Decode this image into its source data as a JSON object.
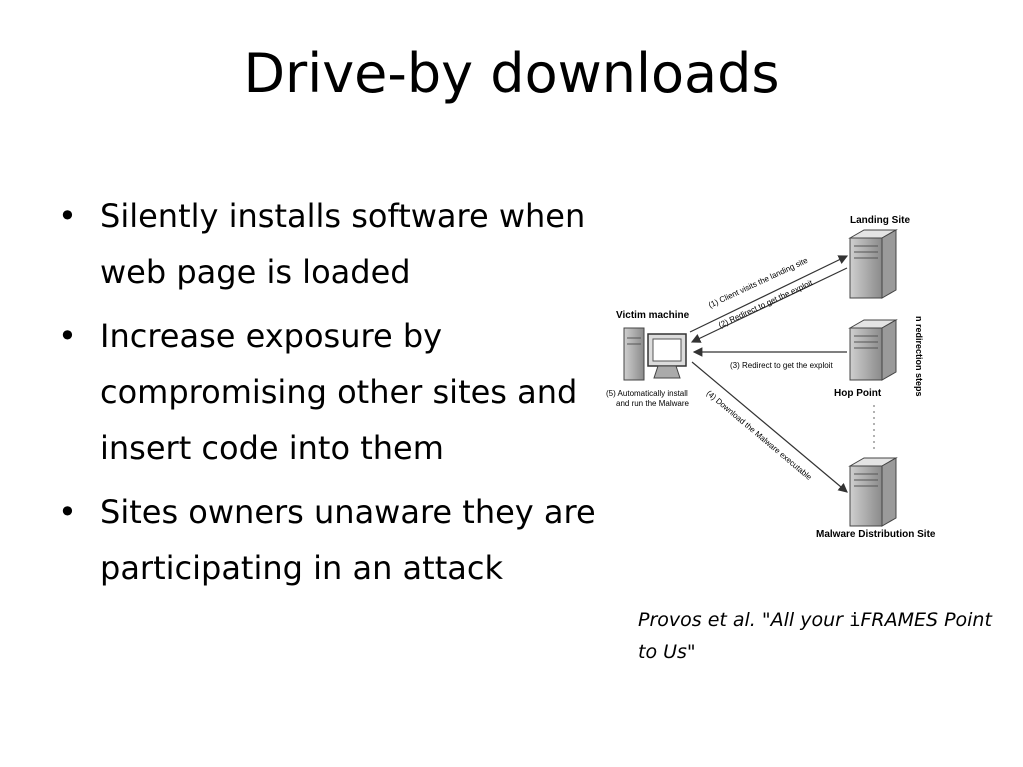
{
  "slide": {
    "title": "Drive-by downloads",
    "bullets": [
      "Silently installs software when web page is loaded",
      "Increase exposure by compromising other sites and insert code into them",
      "Sites owners unaware they are participating in an attack"
    ],
    "bullet_symbol": "•"
  },
  "diagram": {
    "landing_site": "Landing Site",
    "victim_machine": "Victim machine",
    "hop_point": "Hop Point",
    "malware_site": "Malware Distribution Site",
    "step1": "(1) Client visits the landing site",
    "step2": "(2) Redirect to get the exploit",
    "step3": "(3) Redirect to get the exploit",
    "step4": "(4) Download the Malware executable",
    "step5_line1": "(5) Automatically install",
    "step5_line2": "and run the Malware",
    "side_label": "n redirection steps"
  },
  "caption": {
    "text_a": "Provos et al. \"All your ",
    "text_mono": "i",
    "text_b": "FRAMES Point to Us\""
  }
}
